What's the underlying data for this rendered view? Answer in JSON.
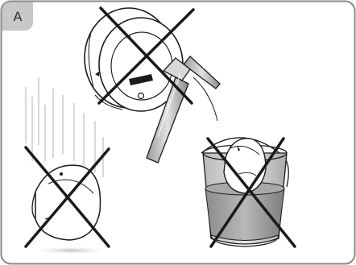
{
  "panel": {
    "label": "A"
  },
  "warnings": [
    {
      "name": "do-not-hit-with-hammer",
      "icon": "hammer-icon"
    },
    {
      "name": "do-not-drop",
      "icon": "falling-device-icon"
    },
    {
      "name": "do-not-immerse-in-water",
      "icon": "water-bucket-icon"
    }
  ],
  "colors": {
    "border": "#8a8a8a",
    "label_bg": "#c8c8c8",
    "line": "#1a1a1a",
    "water": "#9a9a9a",
    "bucket": "#cfcfcf"
  }
}
